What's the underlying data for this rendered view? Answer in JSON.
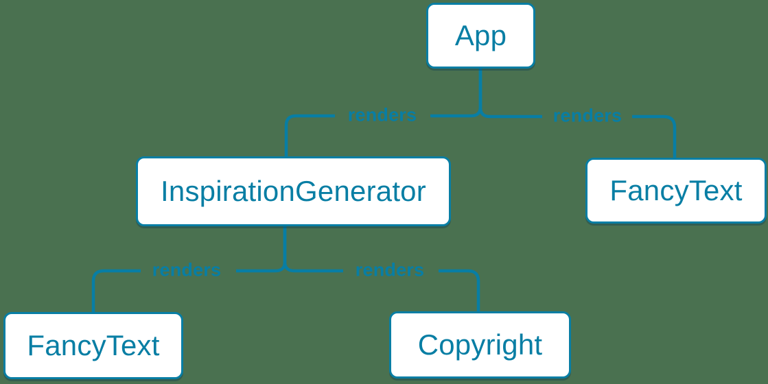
{
  "diagram": {
    "type": "tree",
    "colors": {
      "accent": "#087ea4",
      "background": "#4a7150",
      "node_fill": "#ffffff"
    },
    "nodes": [
      {
        "id": "app",
        "label": "App"
      },
      {
        "id": "inspiration-generator",
        "label": "InspirationGenerator"
      },
      {
        "id": "fancy-text-right",
        "label": "FancyText"
      },
      {
        "id": "fancy-text-left",
        "label": "FancyText"
      },
      {
        "id": "copyright",
        "label": "Copyright"
      }
    ],
    "edges": [
      {
        "from": "App",
        "to": "InspirationGenerator",
        "label": "renders"
      },
      {
        "from": "App",
        "to": "FancyText",
        "label": "renders"
      },
      {
        "from": "InspirationGenerator",
        "to": "FancyText",
        "label": "renders"
      },
      {
        "from": "InspirationGenerator",
        "to": "Copyright",
        "label": "renders"
      }
    ]
  }
}
